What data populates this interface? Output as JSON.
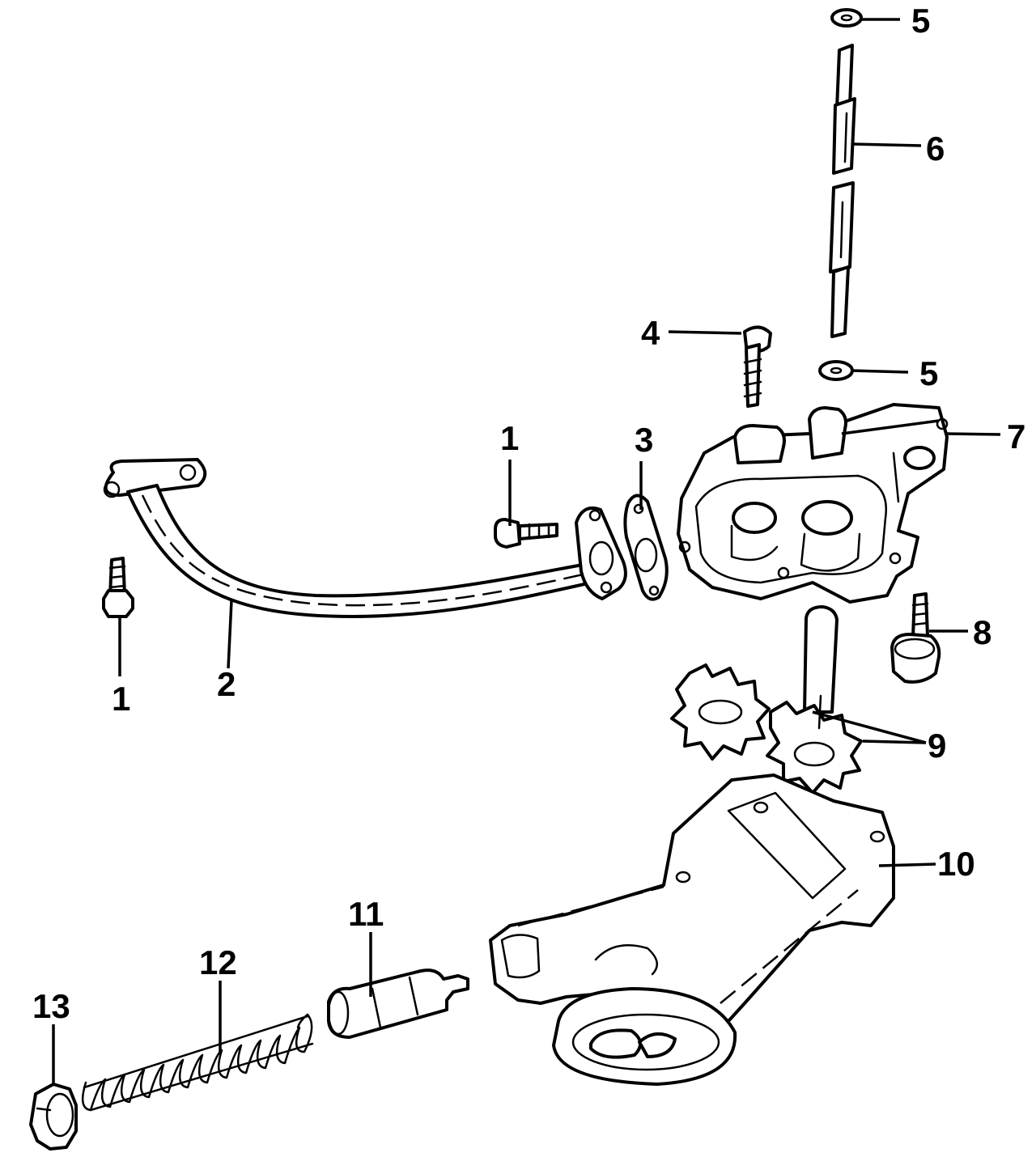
{
  "callouts": {
    "c1_top": "1",
    "c1_bottom": "1",
    "c2": "2",
    "c3": "3",
    "c4": "4",
    "c5_top": "5",
    "c5_mid": "5",
    "c6": "6",
    "c7": "7",
    "c8": "8",
    "c9": "9",
    "c10": "10",
    "c11": "11",
    "c12": "12",
    "c13": "13"
  },
  "colors": {
    "line": "#000000",
    "background": "#ffffff"
  }
}
